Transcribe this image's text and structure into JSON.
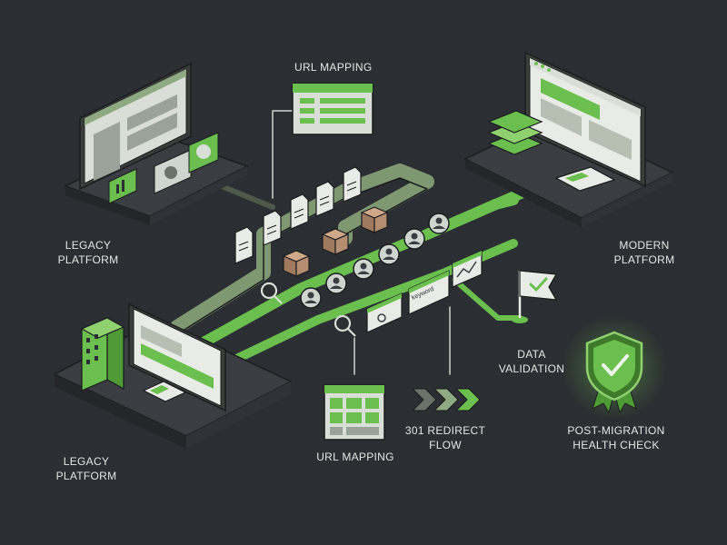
{
  "labels": {
    "url_mapping_top": "URL MAPPING",
    "legacy_top": [
      "LEGACY",
      "PLATFORM"
    ],
    "modern": [
      "MODERN",
      "PLATFORM"
    ],
    "legacy_bottom": [
      "LEGACY",
      "PLATFORM"
    ],
    "data_validation": [
      "DATA",
      "VALIDATION"
    ],
    "url_mapping_bottom": "URL MAPPING",
    "redirect_flow": [
      "301 REDIRECT",
      "FLOW"
    ],
    "health_check": [
      "POST-MIGRATION",
      "HEALTH CHECK"
    ],
    "keyword_tag": "keyword"
  },
  "colors": {
    "background": "#2b2e32",
    "accent_green": "#6bbf4e",
    "muted_green": "#8fa982",
    "label_text": "#e4e7e4",
    "outline": "#1a1c1e",
    "box_tan": "#b58e72"
  },
  "icons": {
    "documents": "document-icon",
    "boxes": "package-icon",
    "users": "user-avatar-icon",
    "search": "magnifier-icon",
    "flag": "checkmark-flag-icon",
    "shield": "shield-check-badge-icon",
    "arrows": "chevron-right-icon",
    "building": "office-building-icon"
  }
}
